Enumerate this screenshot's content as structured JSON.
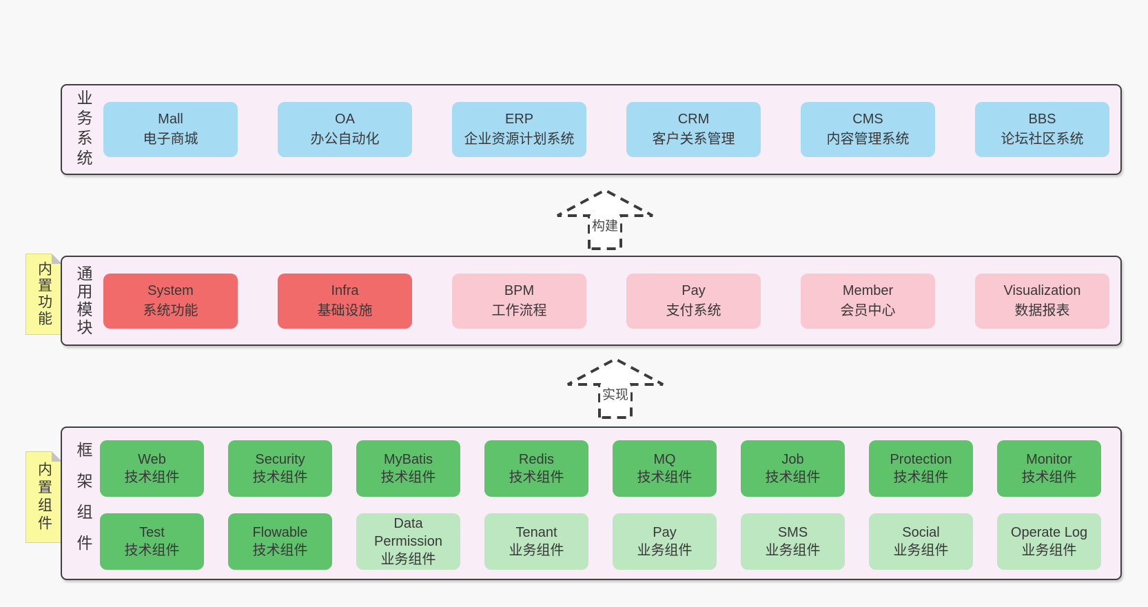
{
  "palette": {
    "page_bg": "#f8f8f8",
    "band_bg": "#f9edf7",
    "band_border": "#3f3f3f",
    "blue": "#a6dbf4",
    "red": "#f16b6b",
    "pink": "#fac8d1",
    "green": "#5ec36a",
    "green_light": "#bce7c0",
    "sticky_yellow": "#fbf99e",
    "text": "#383838"
  },
  "arrows": {
    "build": {
      "label": "构建"
    },
    "implement": {
      "label": "实现"
    }
  },
  "stickies": {
    "features": {
      "label": "内置功能"
    },
    "components": {
      "label": "内置组件"
    }
  },
  "bands": {
    "business": {
      "label": "业务系统",
      "boxes": [
        {
          "title": "Mall",
          "subtitle": "电子商城",
          "variant": "blue"
        },
        {
          "title": "OA",
          "subtitle": "办公自动化",
          "variant": "blue"
        },
        {
          "title": "ERP",
          "subtitle": "企业资源计划系统",
          "variant": "blue"
        },
        {
          "title": "CRM",
          "subtitle": "客户关系管理",
          "variant": "blue"
        },
        {
          "title": "CMS",
          "subtitle": "内容管理系统",
          "variant": "blue"
        },
        {
          "title": "BBS",
          "subtitle": "论坛社区系统",
          "variant": "blue"
        }
      ]
    },
    "modules": {
      "label": "通用模块",
      "boxes": [
        {
          "title": "System",
          "subtitle": "系统功能",
          "variant": "red"
        },
        {
          "title": "Infra",
          "subtitle": "基础设施",
          "variant": "red"
        },
        {
          "title": "BPM",
          "subtitle": "工作流程",
          "variant": "pink"
        },
        {
          "title": "Pay",
          "subtitle": "支付系统",
          "variant": "pink"
        },
        {
          "title": "Member",
          "subtitle": "会员中心",
          "variant": "pink"
        },
        {
          "title": "Visualization",
          "subtitle": "数据报表",
          "variant": "pink"
        }
      ]
    },
    "framework": {
      "label": "框架组件",
      "rows": [
        [
          {
            "title": "Web",
            "subtitle": "技术组件",
            "variant": "green"
          },
          {
            "title": "Security",
            "subtitle": "技术组件",
            "variant": "green"
          },
          {
            "title": "MyBatis",
            "subtitle": "技术组件",
            "variant": "green"
          },
          {
            "title": "Redis",
            "subtitle": "技术组件",
            "variant": "green"
          },
          {
            "title": "MQ",
            "subtitle": "技术组件",
            "variant": "green"
          },
          {
            "title": "Job",
            "subtitle": "技术组件",
            "variant": "green"
          },
          {
            "title": "Protection",
            "subtitle": "技术组件",
            "variant": "green"
          },
          {
            "title": "Monitor",
            "subtitle": "技术组件",
            "variant": "green"
          }
        ],
        [
          {
            "title": "Test",
            "subtitle": "技术组件",
            "variant": "green"
          },
          {
            "title": "Flowable",
            "subtitle": "技术组件",
            "variant": "green"
          },
          {
            "title": "Data Permission",
            "subtitle": "业务组件",
            "variant": "green-light"
          },
          {
            "title": "Tenant",
            "subtitle": "业务组件",
            "variant": "green-light"
          },
          {
            "title": "Pay",
            "subtitle": "业务组件",
            "variant": "green-light"
          },
          {
            "title": "SMS",
            "subtitle": "业务组件",
            "variant": "green-light"
          },
          {
            "title": "Social",
            "subtitle": "业务组件",
            "variant": "green-light"
          },
          {
            "title": "Operate Log",
            "subtitle": "业务组件",
            "variant": "green-light"
          }
        ]
      ]
    }
  }
}
